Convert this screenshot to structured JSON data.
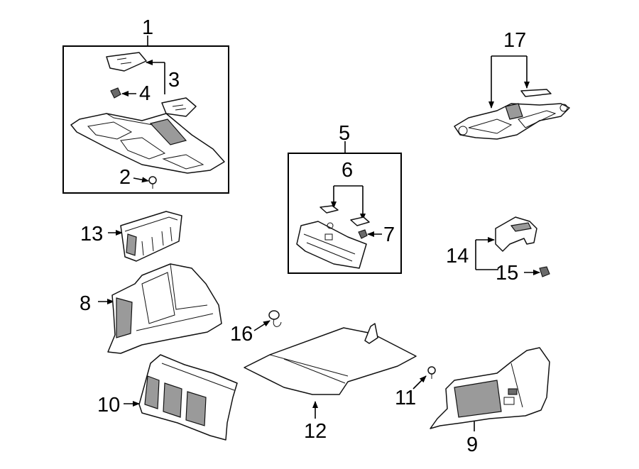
{
  "callouts": {
    "c1": "1",
    "c2": "2",
    "c3": "3",
    "c4": "4",
    "c5": "5",
    "c6": "6",
    "c7": "7",
    "c8": "8",
    "c9": "9",
    "c10": "10",
    "c11": "11",
    "c12": "12",
    "c13": "13",
    "c14": "14",
    "c15": "15",
    "c16": "16",
    "c17": "17"
  },
  "icons": {
    "arrowhead": "filled-triangle",
    "part_style": "line-drawing-with-grey-shading"
  },
  "colors": {
    "line": "#000000",
    "shade": "#9a9a9a",
    "background": "#ffffff"
  }
}
